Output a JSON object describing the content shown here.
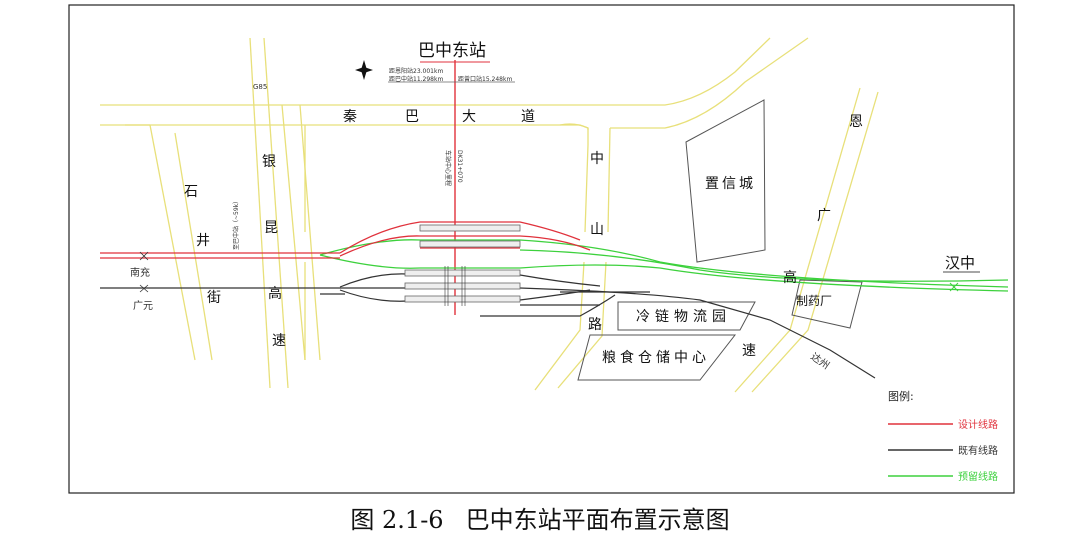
{
  "diagram": {
    "station_title": "巴中东站",
    "distance_notes": [
      "距恩阳站23.001km",
      "距巴中站11.298km",
      "距曾口站15.248km"
    ],
    "vertical_note_1": "车站中心里程",
    "vertical_note_2": "DK31+070",
    "side_note": "至巴中站（~59k）",
    "roads": {
      "g85": "G85",
      "qinba": [
        "秦",
        "巴",
        "大",
        "道"
      ],
      "yinkun": [
        "银",
        "昆",
        "高",
        "速"
      ],
      "shijing": [
        "石",
        "井",
        "街"
      ],
      "zhongshan": [
        "中",
        "山",
        "路"
      ],
      "enguang": [
        "恩",
        "广",
        "高",
        "速"
      ]
    },
    "areas": {
      "zhixin": "置信城",
      "cold_chain": "冷链物流园",
      "grain": "粮食仓储中心",
      "pharma": "制药厂"
    },
    "track_ends": {
      "nanchong": "南充",
      "guangyuan": "广元",
      "hanzhong": "汉中",
      "dazhou": "达州"
    },
    "legend": {
      "title": "图例:",
      "items": [
        {
          "label": "设计线路",
          "color": "#e0323c"
        },
        {
          "label": "既有线路",
          "color": "#333333"
        },
        {
          "label": "预留线路",
          "color": "#3dd13d"
        }
      ]
    }
  },
  "caption": {
    "number": "图 2.1-6",
    "text": "巴中东站平面布置示意图"
  }
}
